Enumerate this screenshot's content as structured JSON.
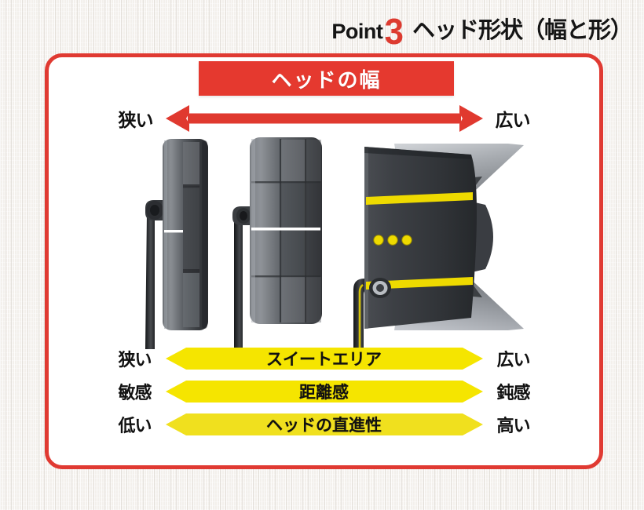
{
  "title": {
    "point_word": "Point",
    "point_number": "3",
    "heading": "ヘッド形状（幅と形）",
    "number_color": "#dd3b30"
  },
  "card": {
    "border_color": "#e03a32",
    "background": "#ffffff"
  },
  "banner": {
    "label": "ヘッドの幅",
    "background": "#e5392f",
    "text_color": "#ffffff"
  },
  "range_row": {
    "left_label": "狭い",
    "right_label": "広い",
    "arrow_color": "#e0392f",
    "arrow_icon": "double-headed-arrow-icon"
  },
  "putters": [
    {
      "name": "blade-putter",
      "width_class": "narrow",
      "body_color": "#3a3c40",
      "alignment_line_color": "#ffffff"
    },
    {
      "name": "mid-mallet-putter",
      "width_class": "medium",
      "body_color": "#45484d",
      "alignment_line_color": "#ffffff"
    },
    {
      "name": "x-mallet-putter",
      "width_class": "wide",
      "body_color": "#3b3d41",
      "wing_color": "#b9bcc0",
      "alignment_line_color": "#f2e100",
      "dot_count": 3
    }
  ],
  "metrics": [
    {
      "left": "狭い",
      "label": "スイートエリア",
      "right": "広い",
      "bar_color": "#f5e500"
    },
    {
      "left": "敏感",
      "label": "距離感",
      "right": "鈍感",
      "bar_color": "#f5e500"
    },
    {
      "left": "低い",
      "label": "ヘッドの直進性",
      "right": "高い",
      "bar_color": "#f0e01e"
    }
  ],
  "colors": {
    "page_background": "#f3f0ec",
    "accent_red": "#e03a32",
    "accent_yellow": "#f5e500",
    "text_dark": "#111111"
  }
}
